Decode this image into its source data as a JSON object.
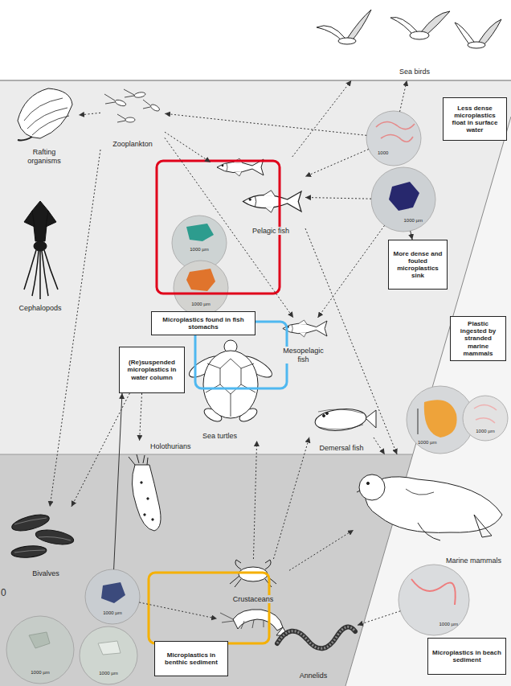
{
  "diagram": {
    "nodes": [
      {
        "text": [
          "Sea birds"
        ]
      },
      {
        "text": [
          "Rafting organisms"
        ]
      },
      {
        "text": [
          "Zooplankton"
        ]
      },
      {
        "text": [
          "Less dense microplastics float in surface water"
        ]
      },
      {
        "text": [
          "1000"
        ]
      },
      {
        "text": [
          "Pelagic fish"
        ]
      },
      {
        "text": [
          "1000 µm"
        ]
      },
      {
        "text": [
          "1000 µm"
        ]
      },
      {
        "text": [
          "More dense and fouled microplastics sink"
        ]
      },
      {
        "text": [
          "Cephalopods"
        ]
      },
      {
        "text": [
          "1000 µm"
        ]
      },
      {
        "text": [
          "Microplastics found in fish stomachs"
        ]
      },
      {
        "text": [
          "Mesopelagic fish"
        ]
      },
      {
        "text": [
          "Plastic ingested by stranded marine mammals"
        ]
      },
      {
        "text": [
          "(Re)suspended microplastics in water column"
        ]
      },
      {
        "text": [
          "Sea turtles"
        ]
      },
      {
        "text": [
          "Demersal fish"
        ]
      },
      {
        "text": [
          "1000 µm"
        ]
      },
      {
        "text": [
          "1000 µm"
        ]
      },
      {
        "text": [
          "Holothurians"
        ]
      },
      {
        "text": [
          "Marine mammals"
        ]
      },
      {
        "text": [
          "Bivalves"
        ]
      },
      {
        "text": [
          "1000 µm"
        ]
      },
      {
        "text": [
          "Crustaceans"
        ]
      },
      {
        "text": [
          "1000 µm"
        ]
      },
      {
        "text": [
          "1000 µm"
        ]
      },
      {
        "text": [
          "Microplastics in benthic sediment"
        ]
      },
      {
        "text": [
          "Annelids"
        ]
      },
      {
        "text": [
          "1000 µm"
        ]
      },
      {
        "text": [
          "Microplastics in beach sediment"
        ]
      }
    ],
    "edges": [
      {
        "from": 2,
        "to": 1,
        "arrow": "to"
      },
      {
        "from": 4,
        "to": 2,
        "arrow": "to"
      },
      {
        "from": 4,
        "to": 5,
        "arrow": "to"
      },
      {
        "from": 4,
        "to": 0,
        "arrow": "to"
      },
      {
        "from": 2,
        "to": 5,
        "arrow": "to"
      },
      {
        "from": 6,
        "to": 5,
        "arrow": "to"
      },
      {
        "from": 6,
        "to": 8,
        "arrow": "to"
      },
      {
        "from": 5,
        "to": 0,
        "arrow": "to"
      },
      {
        "from": 2,
        "to": 12,
        "arrow": "to"
      },
      {
        "from": 2,
        "to": 21,
        "arrow": "to"
      },
      {
        "from": 14,
        "to": 21,
        "arrow": "to"
      },
      {
        "from": 14,
        "to": 19,
        "arrow": "to"
      },
      {
        "from": 22,
        "to": 14,
        "arrow": "to"
      },
      {
        "from": 23,
        "to": 15,
        "arrow": "to"
      },
      {
        "from": 23,
        "to": 16,
        "arrow": "to"
      },
      {
        "from": 23,
        "to": 20,
        "arrow": "to"
      },
      {
        "from": 16,
        "to": 20,
        "arrow": "to"
      },
      {
        "from": 5,
        "to": 20,
        "arrow": "to"
      },
      {
        "from": 6,
        "to": 12,
        "arrow": "to"
      },
      {
        "from": 22,
        "to": 23,
        "arrow": "to"
      },
      {
        "from": 28,
        "to": 27,
        "arrow": "to"
      }
    ],
    "labels": [
      "0"
    ]
  }
}
